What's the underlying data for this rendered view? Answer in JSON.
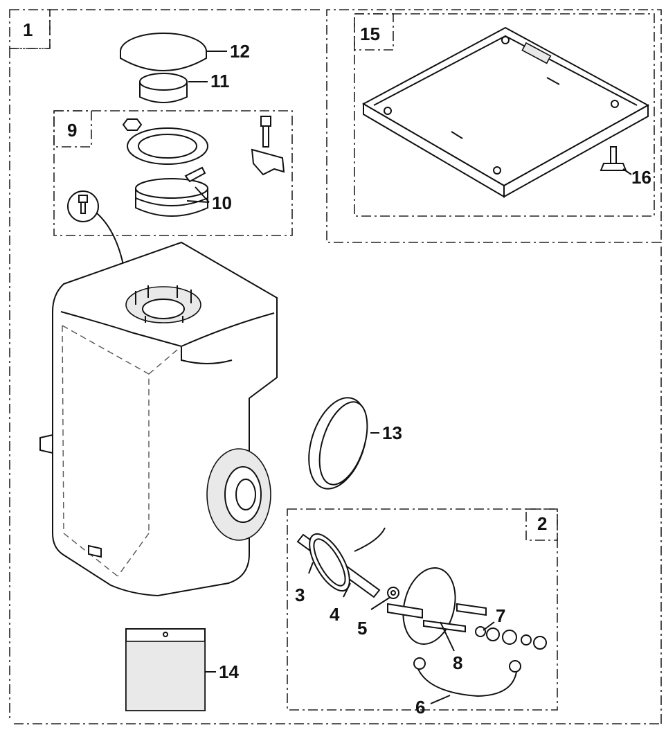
{
  "groups": {
    "tank_assembly": "1",
    "heater_kit": "2",
    "flange_kit": "9",
    "base_kit": "15"
  },
  "callouts": {
    "p3": "3",
    "p4": "4",
    "p5": "5",
    "p6": "6",
    "p7": "7",
    "p8": "8",
    "p10": "10",
    "p11": "11",
    "p12": "12",
    "p13": "13",
    "p14": "14",
    "p16": "16"
  }
}
